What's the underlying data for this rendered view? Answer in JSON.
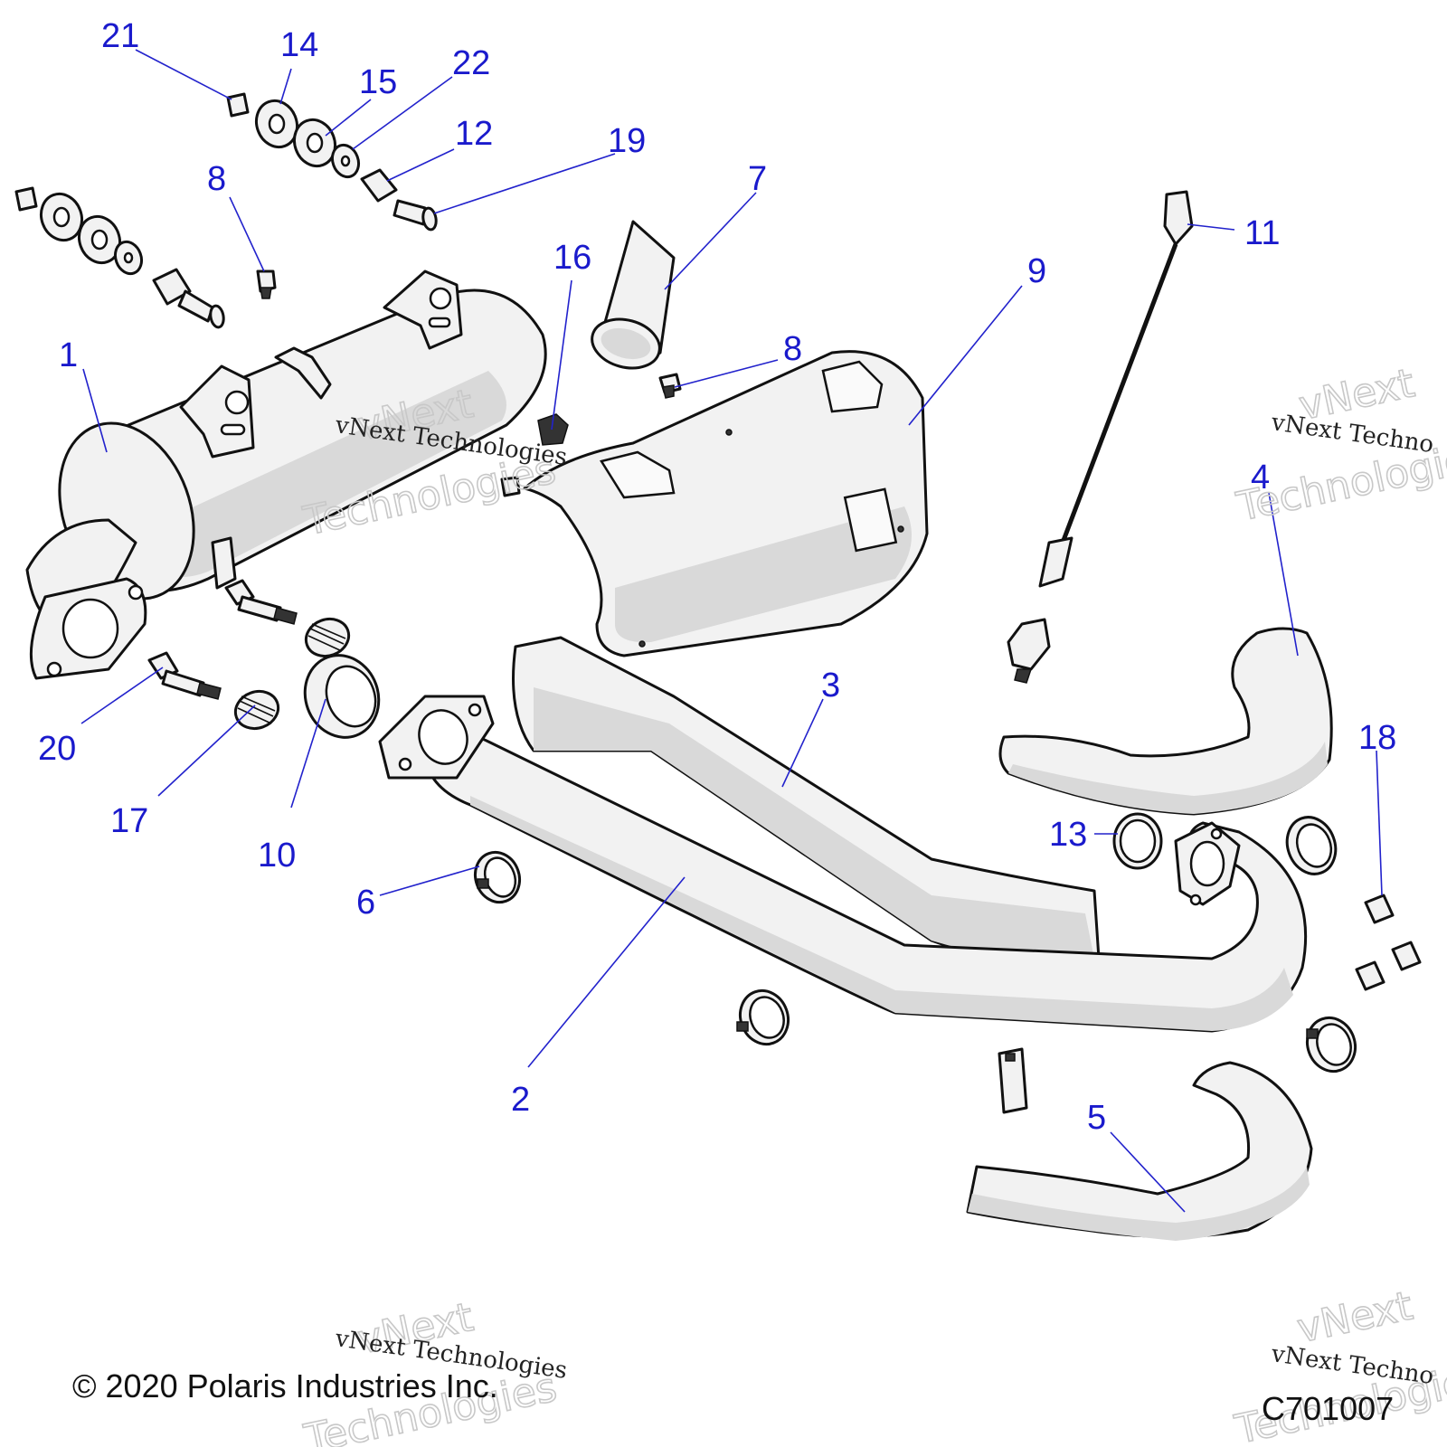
{
  "callouts": [
    "1",
    "2",
    "3",
    "4",
    "5",
    "6",
    "7",
    "8",
    "8",
    "9",
    "10",
    "11",
    "12",
    "13",
    "14",
    "15",
    "16",
    "17",
    "18",
    "19",
    "20",
    "21",
    "22"
  ],
  "watermarks": {
    "line1": "vNext",
    "line2": "Technologies",
    "small": "vNext Technologies",
    "small_cut": "vNext Techno"
  },
  "footer": {
    "copyright": "© 2020 Polaris Industries Inc.",
    "code": "C701007"
  },
  "colors": {
    "callout": "#1a1acc",
    "leader": "#2222cc",
    "line_art": "#111111",
    "part_fill": "#f2f2f2"
  }
}
